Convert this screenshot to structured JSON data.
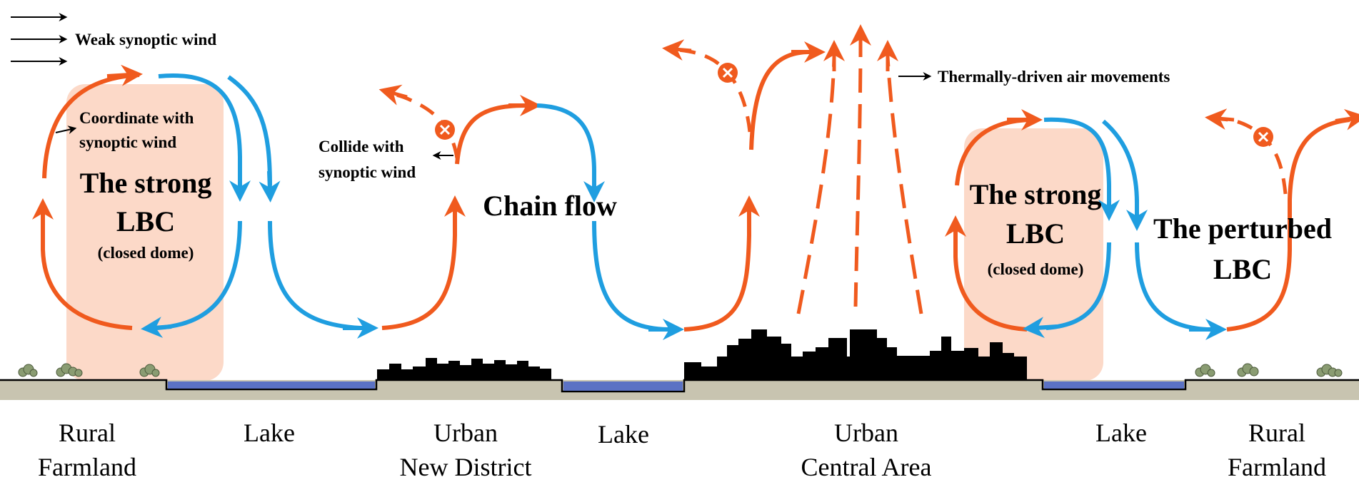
{
  "legend": {
    "synoptic_wind": "Weak synoptic wind",
    "thermal": "Thermally-driven air movements"
  },
  "annotations": {
    "coordinate_line1": "Coordinate with",
    "coordinate_line2": "synoptic wind",
    "collide_line1": "Collide with",
    "collide_line2": "synoptic wind"
  },
  "labels": {
    "strong_lbc_left_line1": "The strong",
    "strong_lbc_left_line2": "LBC",
    "strong_lbc_left_paren": "(closed dome)",
    "chain_flow": "Chain flow",
    "strong_lbc_right_line1": "The strong",
    "strong_lbc_right_line2": "LBC",
    "strong_lbc_right_paren": "(closed dome)",
    "perturbed_line1": "The perturbed",
    "perturbed_line2": "LBC"
  },
  "regions": {
    "rural_left_1": "Rural",
    "rural_left_2": "Farmland",
    "lake_1": "Lake",
    "urban_new_1": "Urban",
    "urban_new_2": "New District",
    "lake_2": "Lake",
    "urban_central_1": "Urban",
    "urban_central_2": "Central Area",
    "lake_3": "Lake",
    "rural_right_1": "Rural",
    "rural_right_2": "Farmland"
  },
  "colors": {
    "orange": "#f05a1e",
    "blue": "#1f9ee0",
    "dome": "#fcd9c8",
    "ground": "#c8c4b0",
    "lake": "#5b72c4",
    "building": "#000000"
  },
  "icons": {
    "blocked": "x-circle-icon",
    "tree": "shrub-icon"
  }
}
